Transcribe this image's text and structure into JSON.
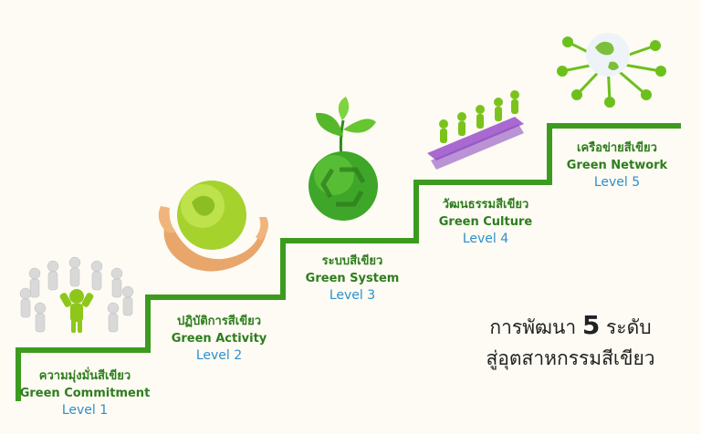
{
  "colors": {
    "step": "#3c9b1f",
    "th_text": "#2e7d1e",
    "level_text": "#2d8fcf"
  },
  "levels": [
    {
      "thai": "ความมุ่งมั่นสีเขียว",
      "english": "Green Commitment",
      "level": "Level 1",
      "icon": "people-circle-icon"
    },
    {
      "thai": "ปฏิบัติการสีเขียว",
      "english": "Green Activity",
      "level": "Level 2",
      "icon": "globe-in-hands-icon"
    },
    {
      "thai": "ระบบสีเขียว",
      "english": "Green System",
      "level": "Level 3",
      "icon": "recycle-globe-plant-icon"
    },
    {
      "thai": "วัฒนธรรมสีเขียว",
      "english": "Green Culture",
      "level": "Level 4",
      "icon": "people-on-puzzle-icon"
    },
    {
      "thai": "เครือข่ายสีเขียว",
      "english": "Green Network",
      "level": "Level 5",
      "icon": "globe-network-icon"
    }
  ],
  "title": {
    "line1_before": "การพัฒนา",
    "number": "5",
    "line1_after": "ระดับ",
    "line2": "สู่อุตสาหกรรมสีเขียว"
  }
}
